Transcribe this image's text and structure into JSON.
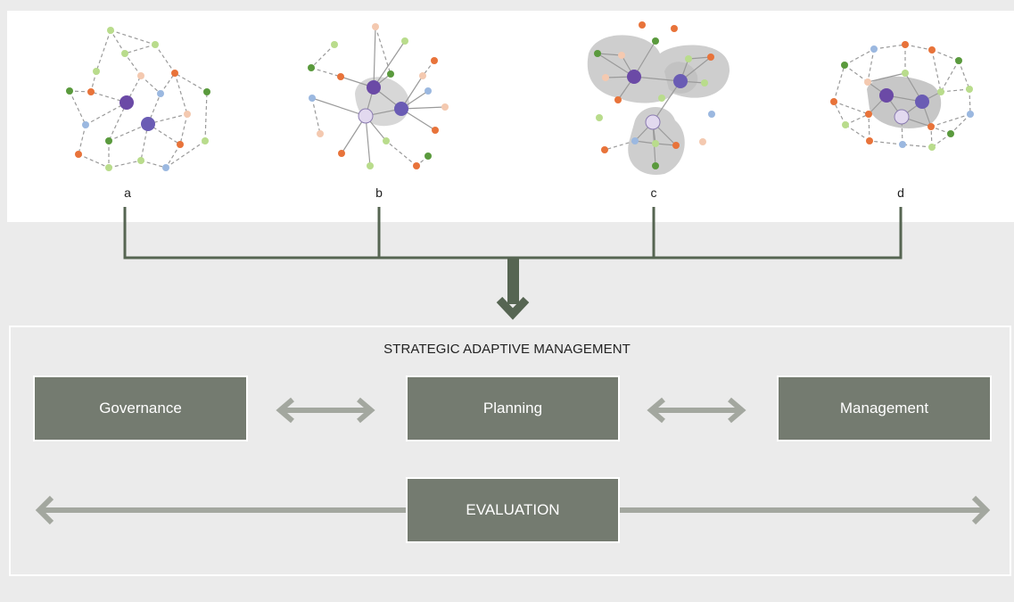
{
  "networks": [
    {
      "label": "a"
    },
    {
      "label": "b"
    },
    {
      "label": "c"
    },
    {
      "label": "d"
    }
  ],
  "framework": {
    "title": "STRATEGIC ADAPTIVE MANAGEMENT",
    "boxes": {
      "governance": "Governance",
      "planning": "Planning",
      "management": "Management",
      "evaluation": "EVALUATION"
    }
  },
  "colors": {
    "box_fill": "#747b70",
    "connector": "#566552",
    "double_arrow": "#a3a79f",
    "node_purple": "#6b4aa6",
    "node_violet": "#6a5cb4",
    "node_lavender": "#e2d9ef",
    "node_green": "#5a9a3d",
    "node_lightgreen": "#b9dc8c",
    "node_orange": "#e8733a",
    "node_peach": "#f4c9b0",
    "node_blue": "#9bb8e0",
    "cluster_shade": "#bdbdbd"
  }
}
